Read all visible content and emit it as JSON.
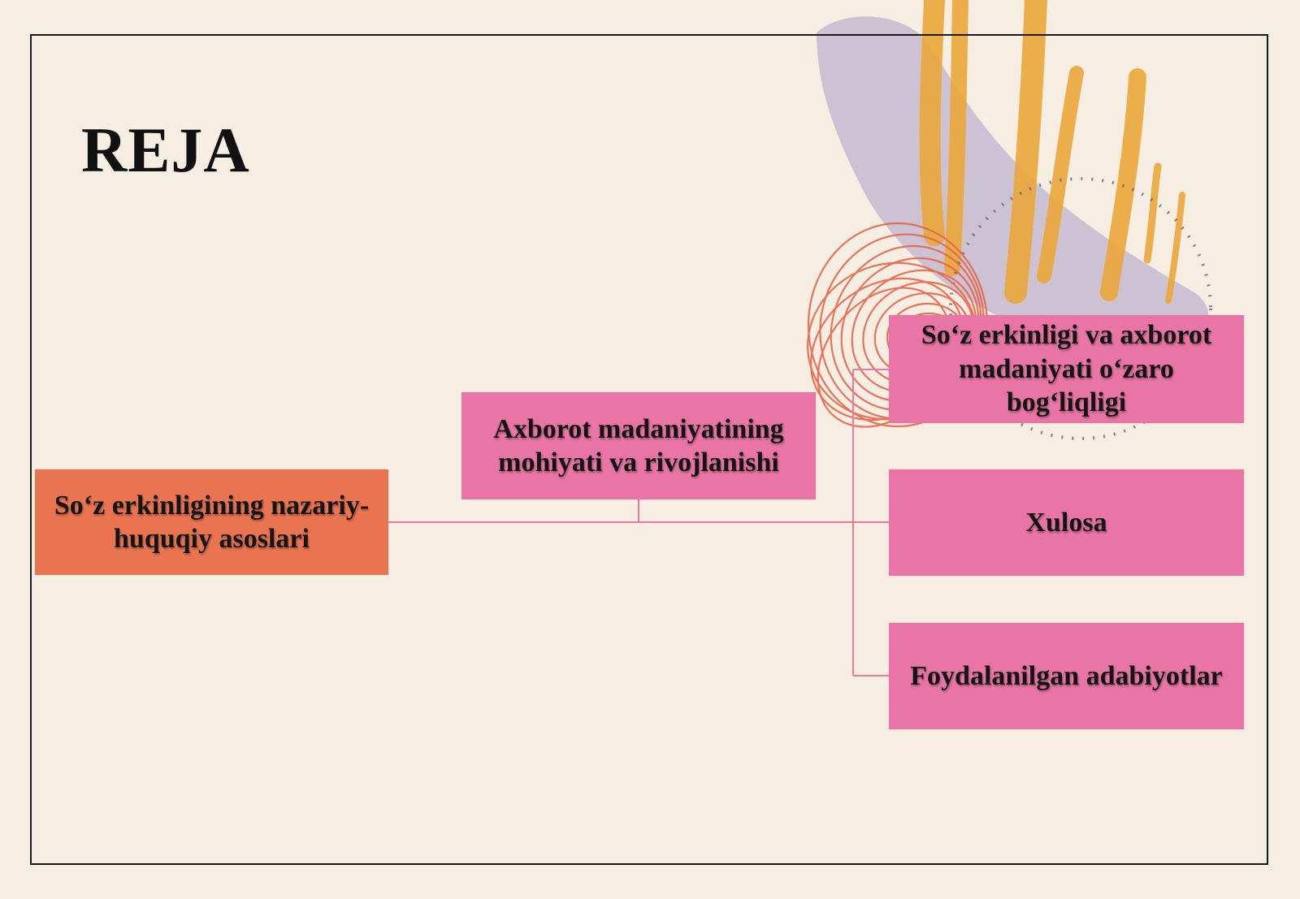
{
  "slide": {
    "title": "REJA"
  },
  "diagram": {
    "root": "So‘z erkinligining nazariy-huquqiy asoslari",
    "middle": "Axborot madaniyatining mohiyati va rivojlanishi",
    "branches": [
      "So‘z erkinligi va axborot madaniyati o‘zaro bog‘liqligi",
      "Xulosa",
      "Foydalanilgan adabiyotlar"
    ]
  },
  "colors": {
    "background": "#f6eee3",
    "root_box": "#ea7450",
    "branch_box": "#e975a6",
    "connector": "#e8799f",
    "accent_orange": "#eba93e",
    "accent_lavender": "#c9bdd2",
    "accent_coral": "#e7664a"
  },
  "icons": [
    "spiral-shell-decoration",
    "dotted-circle-decoration",
    "brush-stroke-decoration"
  ]
}
